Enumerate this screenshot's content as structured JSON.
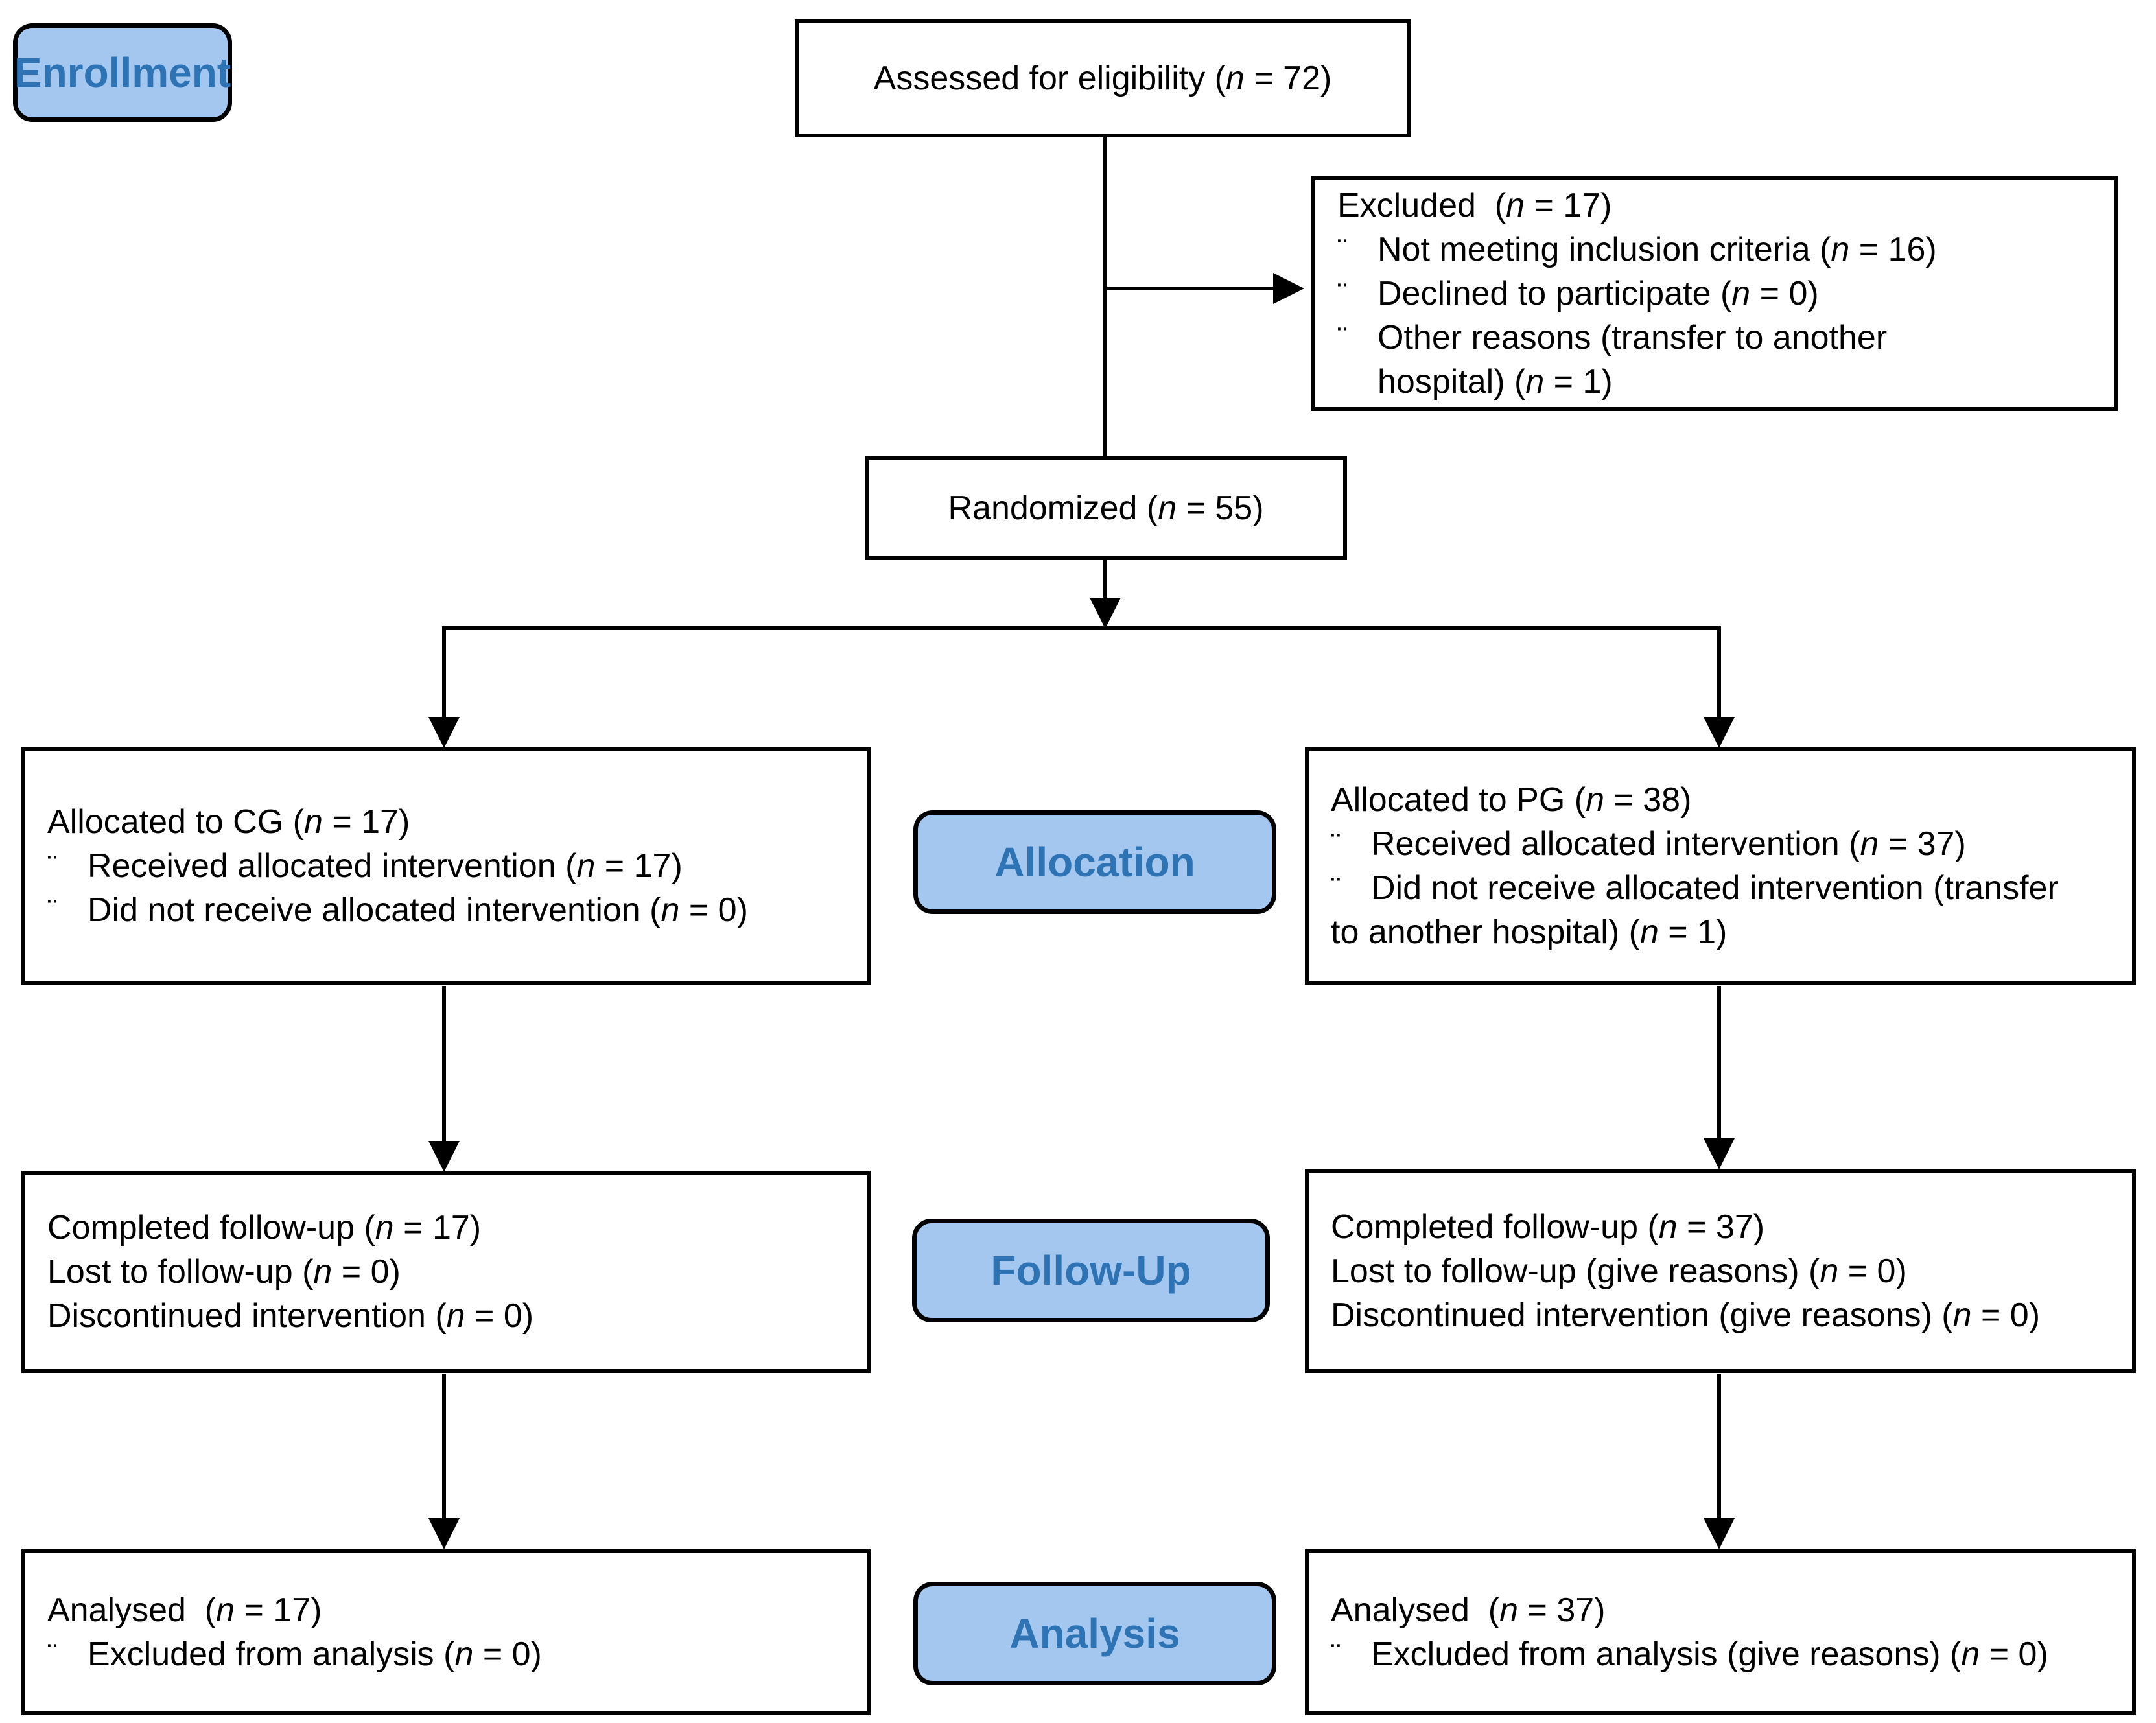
{
  "palette": {
    "label_fill": "#A4C7F0",
    "label_text": "#2E74B5",
    "box_border": "#000000",
    "background": "#FFFFFF",
    "text": "#000000"
  },
  "bullet_char": "¨",
  "stage_labels": {
    "enrollment": "Enrollment",
    "allocation": "Allocation",
    "follow_up": "Follow-Up",
    "analysis": "Analysis"
  },
  "boxes": {
    "assessed": {
      "lines": [
        "Assessed for eligibility (n = 72)"
      ]
    },
    "excluded": {
      "lines": [
        "Excluded  (n = 17)",
        "Not meeting inclusion criteria (n = 16)",
        "Declined to participate (n = 0)",
        "Other reasons (transfer to another",
        "hospital) (n = 1)"
      ]
    },
    "randomized": {
      "lines": [
        "Randomized (n = 55)"
      ]
    },
    "alloc_cg": {
      "lines": [
        "Allocated to CG (n = 17)",
        "Received allocated intervention (n = 17)",
        "Did not receive allocated intervention (n = 0)"
      ]
    },
    "alloc_pg": {
      "lines": [
        "Allocated to PG (n = 38)",
        "Received allocated intervention (n = 37)",
        "Did not receive allocated intervention (transfer",
        "to another hospital) (n = 1)"
      ]
    },
    "followup_cg": {
      "lines": [
        "Completed follow-up (n = 17)",
        "Lost to follow-up (n = 0)",
        "Discontinued intervention (n = 0)"
      ]
    },
    "followup_pg": {
      "lines": [
        "Completed follow-up (n = 37)",
        "Lost to follow-up (give reasons) (n = 0)",
        "Discontinued intervention (give reasons) (n = 0)"
      ]
    },
    "analysis_cg": {
      "lines": [
        "Analysed  (n = 17)",
        "Excluded from analysis (n = 0)"
      ]
    },
    "analysis_pg": {
      "lines": [
        "Analysed  (n = 37)",
        "Excluded from analysis (give reasons) (n = 0)"
      ]
    }
  }
}
